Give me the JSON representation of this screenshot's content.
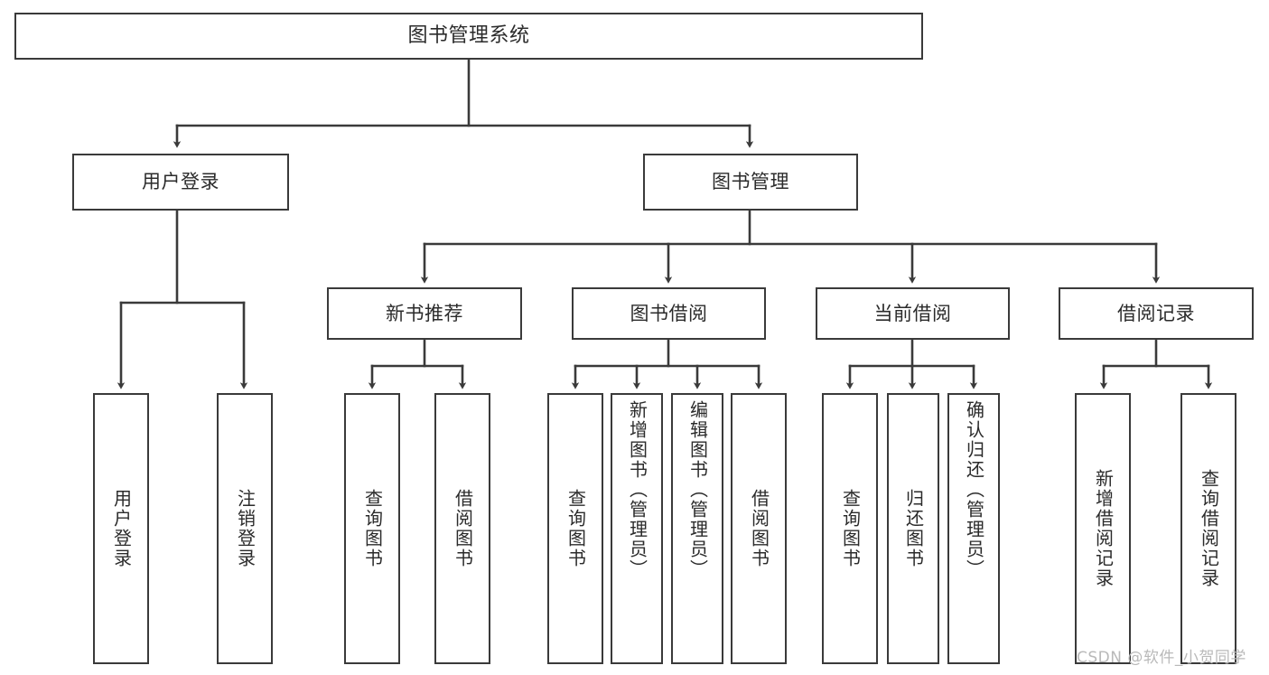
{
  "diagram": {
    "title": "图书管理系统",
    "type": "tree",
    "watermark": "CSDN @软件_小贺同学",
    "colors": {
      "box_border": "#3a3a3a",
      "box_fill": "#ffffff",
      "text": "#2b2b2b",
      "edge": "#3a3a3a",
      "watermark": "#b9b9b9",
      "background": "#ffffff"
    },
    "nodes": {
      "root": {
        "label": "图书管理系统"
      },
      "level2": [
        {
          "id": "user-login",
          "label": "用户登录"
        },
        {
          "id": "book-manage",
          "label": "图书管理"
        }
      ],
      "level3": [
        {
          "id": "new-book-recommend",
          "label": "新书推荐"
        },
        {
          "id": "book-borrow",
          "label": "图书借阅"
        },
        {
          "id": "current-borrow",
          "label": "当前借阅"
        },
        {
          "id": "borrow-record",
          "label": "借阅记录"
        }
      ],
      "leaves": {
        "user-login": [
          {
            "id": "leaf-user-login",
            "label": "用户登录"
          },
          {
            "id": "leaf-logout-login",
            "label": "注销登录"
          }
        ],
        "new-book-recommend": [
          {
            "id": "leaf-query-book-1",
            "label": "查询图书"
          },
          {
            "id": "leaf-borrow-book-1",
            "label": "借阅图书"
          }
        ],
        "book-borrow": [
          {
            "id": "leaf-query-book-2",
            "label": "查询图书"
          },
          {
            "id": "leaf-add-book",
            "label": "新增图书（管理员）"
          },
          {
            "id": "leaf-edit-book",
            "label": "编辑图书（管理员）"
          },
          {
            "id": "leaf-borrow-book-2",
            "label": "借阅图书"
          }
        ],
        "current-borrow": [
          {
            "id": "leaf-query-book-3",
            "label": "查询图书"
          },
          {
            "id": "leaf-return-book",
            "label": "归还图书"
          },
          {
            "id": "leaf-confirm-return",
            "label": "确认归还（管理员）"
          }
        ],
        "borrow-record": [
          {
            "id": "leaf-add-record",
            "label": "新增借阅记录"
          },
          {
            "id": "leaf-query-record",
            "label": "查询借阅记录"
          }
        ]
      }
    }
  }
}
